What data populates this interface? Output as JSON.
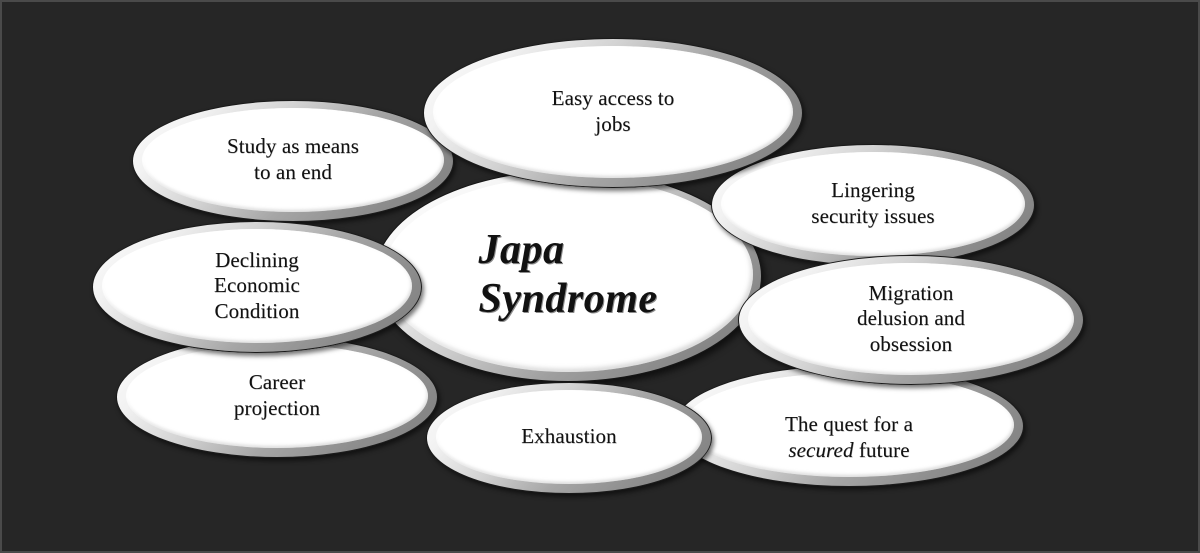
{
  "diagram": {
    "type": "radial-cluster",
    "background_color": "#262626",
    "bubble_fill_color": "#ffffff",
    "bubble_text_color": "#111111",
    "center": {
      "label": "Japa\nSyndrome",
      "style": "bold-italic"
    },
    "satellites": [
      {
        "id": "easy-access",
        "label": "Easy access to\njobs"
      },
      {
        "id": "study-means",
        "label": "Study as means\nto an end"
      },
      {
        "id": "lingering-security",
        "label": "Lingering\nsecurity issues"
      },
      {
        "id": "declining-economic",
        "label": "Declining\nEconomic\nCondition"
      },
      {
        "id": "migration-delusion",
        "label": "Migration\ndelusion and\nobsession"
      },
      {
        "id": "career-projection",
        "label": "Career\nprojection"
      },
      {
        "id": "quest-secured",
        "label_prefix": "The quest for a\n",
        "label_emphasis": "secured",
        "label_suffix": " future"
      },
      {
        "id": "exhaustion",
        "label": "Exhaustion"
      }
    ]
  }
}
